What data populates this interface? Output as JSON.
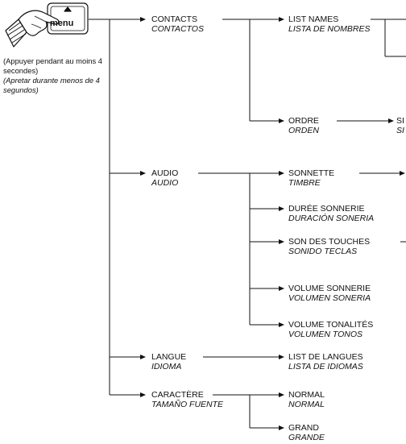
{
  "menu_key": {
    "label": "menu",
    "icon": "hand-pressing-menu-key-icon"
  },
  "press_note": {
    "fr": "(Appuyer pendant au moins 4 secondes)",
    "es": "(Apretar durante menos de 4 segundos)"
  },
  "menu_tree": {
    "contacts": {
      "fr": "CONTACTS",
      "es": "CONTACTOS"
    },
    "list_names": {
      "fr": "LIST  NAMES",
      "es": "LISTA DE NOMBRES"
    },
    "ordre": {
      "fr": "ORDRE",
      "es": "ORDEN"
    },
    "ordre_sub": {
      "fr": "SI",
      "es": "SI"
    },
    "audio": {
      "fr": "AUDIO",
      "es": "AUDIO"
    },
    "sonnette": {
      "fr": "SONNETTE",
      "es": "TIMBRE"
    },
    "duree": {
      "fr": "DURÉE  SONNERIE",
      "es": "DURACIÓN SONERIA"
    },
    "son_touches": {
      "fr": "SON DES TOUCHES",
      "es": "SONIDO TECLAS"
    },
    "volume_sonnerie": {
      "fr": "VOLUME  SONNERIE",
      "es": "VOLUMEN SONERIA"
    },
    "volume_tonalites": {
      "fr": "VOLUME TONALITÉS",
      "es": "VOLUMEN TONOS"
    },
    "langue": {
      "fr": "LANGUE",
      "es": "IDIOMA"
    },
    "list_langues": {
      "fr": "LIST DE LANGUES",
      "es": "LISTA DE IDIOMAS"
    },
    "caractere": {
      "fr": "CARACTÈRE",
      "es": "TAMAÑO FUENTE"
    },
    "normal": {
      "fr": "NORMAL",
      "es": "NORMAL"
    },
    "grand": {
      "fr": "GRAND",
      "es": "GRANDE"
    }
  }
}
